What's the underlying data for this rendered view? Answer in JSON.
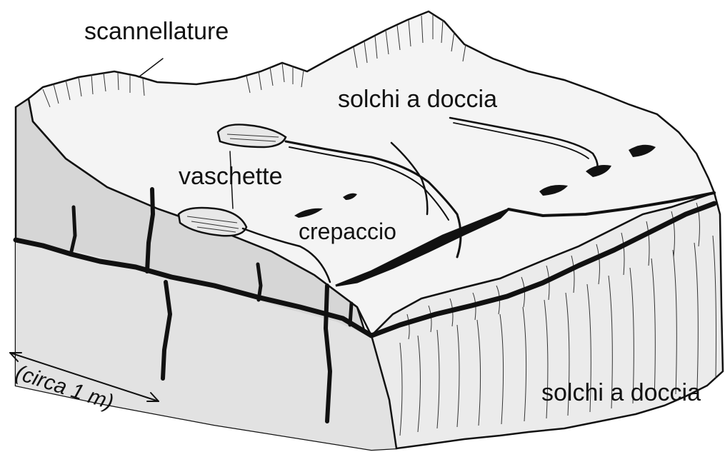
{
  "labels": {
    "scannellature": "scannellature",
    "solchi_top": "solchi a doccia",
    "vaschette": "vaschette",
    "crepaccio": "crepaccio",
    "scale": "(circa 1 m)",
    "solchi_bottom": "solchi a doccia"
  },
  "colors": {
    "ink": "#111111",
    "side_face": "#d6d6d6",
    "top_face": "#f4f4f4",
    "front_face": "#ebebeb"
  }
}
